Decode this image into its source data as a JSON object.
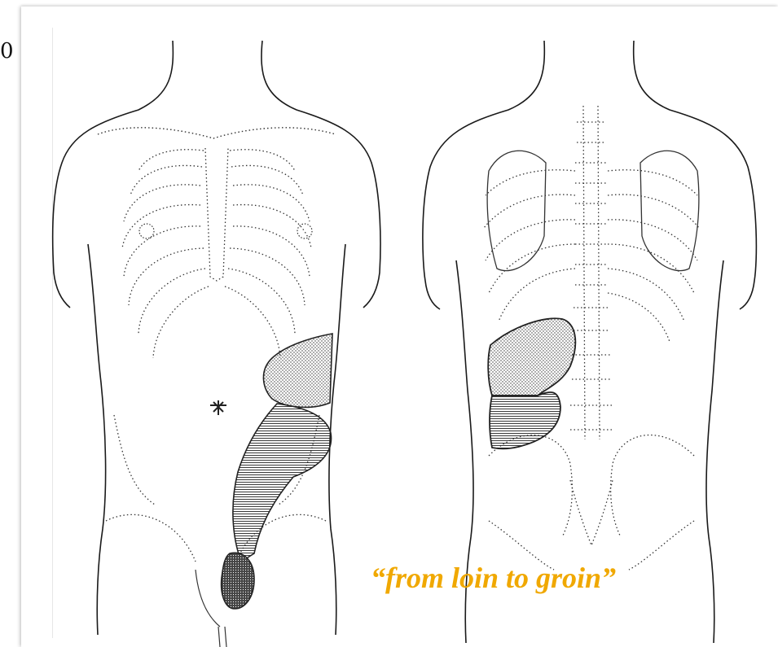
{
  "figure": {
    "caption": "“from loin to groin”",
    "caption_color": "#f0a800",
    "edge_mark": "0",
    "views": [
      {
        "name": "anterior"
      },
      {
        "name": "posterior"
      }
    ],
    "colors": {
      "outline": "#1a1a1a",
      "dotted_skeleton": "#333333",
      "pain_region": "#555555"
    }
  }
}
